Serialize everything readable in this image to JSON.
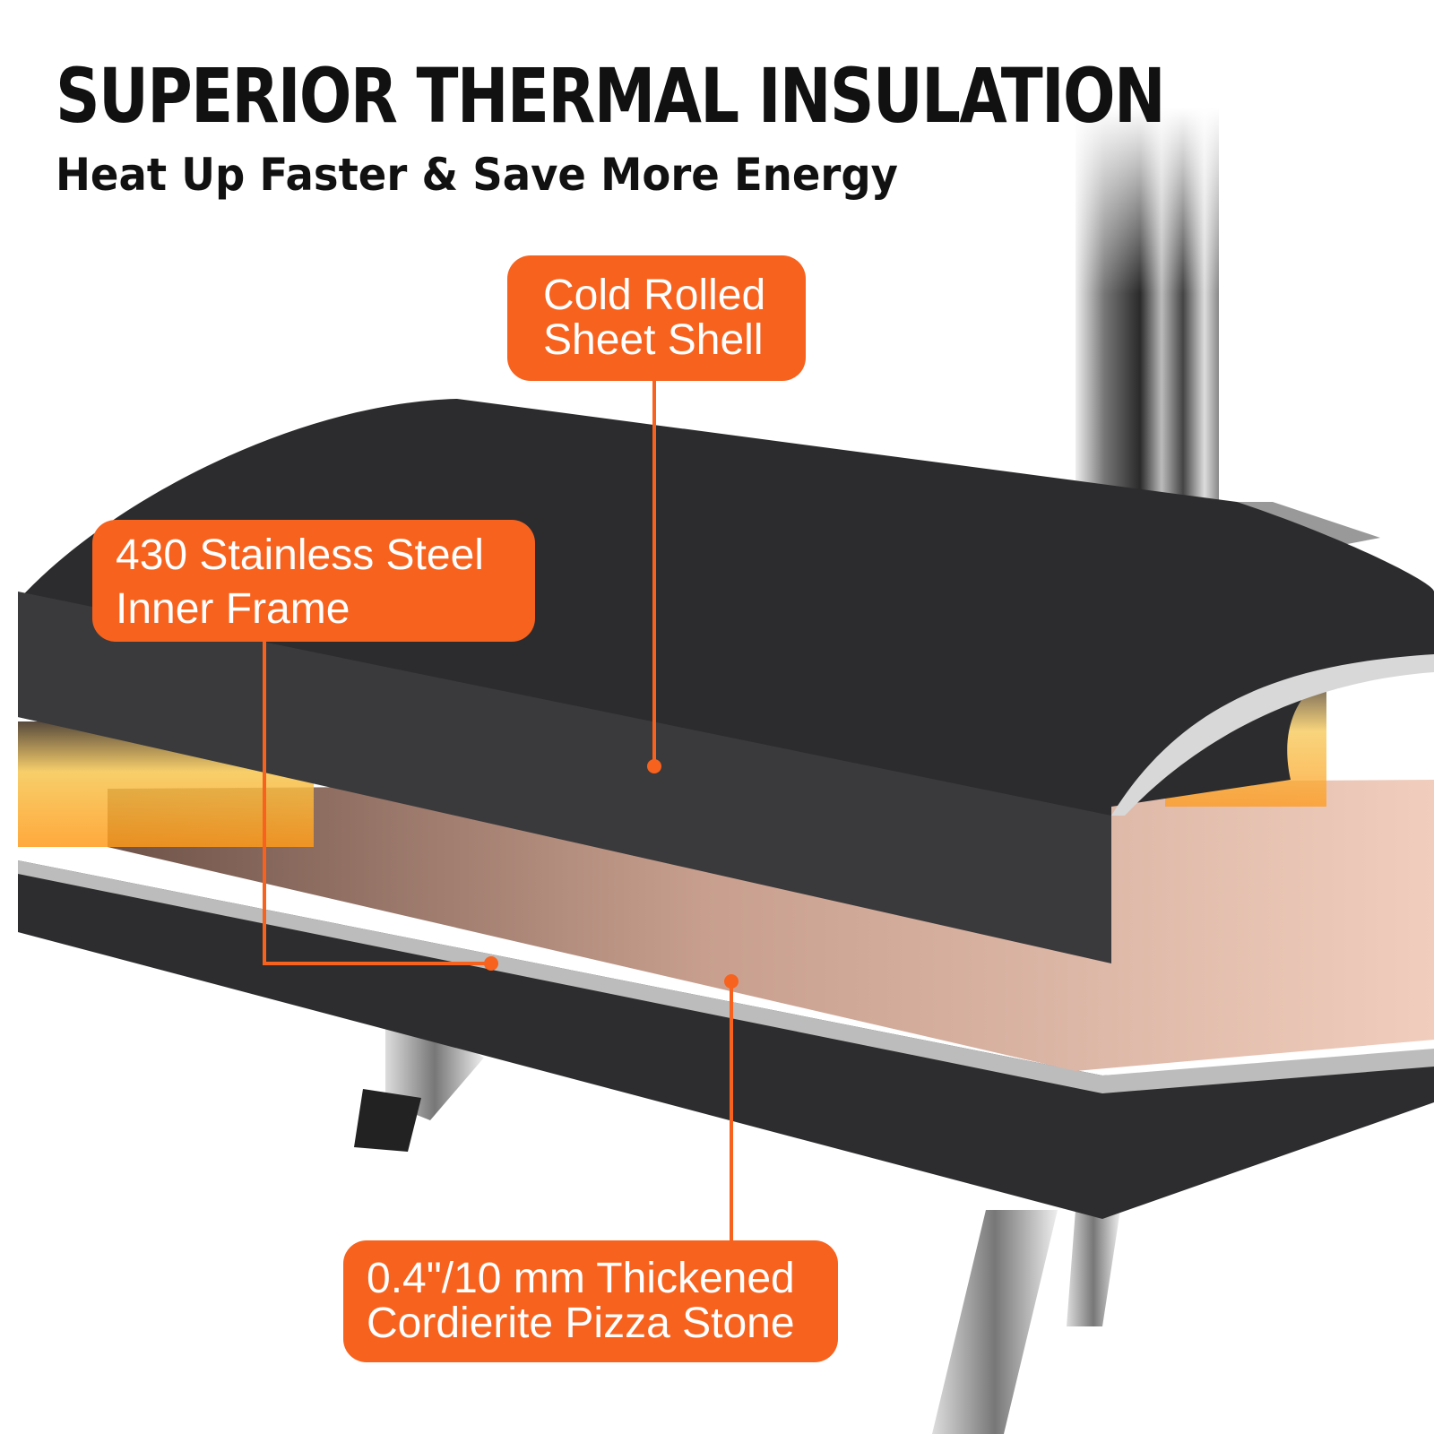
{
  "header": {
    "title": "SUPERIOR THERMAL INSULATION",
    "subtitle": "Heat Up Faster & Save More Energy"
  },
  "callouts": [
    {
      "line1": "Cold Rolled",
      "line2": "Sheet Shell"
    },
    {
      "line1": "430 Stainless Steel",
      "line2": "Inner Frame"
    },
    {
      "line1": "0.4\"/10 mm Thickened",
      "line2": "Cordierite Pizza Stone"
    }
  ],
  "colors": {
    "accent": "#F7621E",
    "shell": "#2b2b2d",
    "stone": "#e7c2b0",
    "text": "#111111"
  }
}
